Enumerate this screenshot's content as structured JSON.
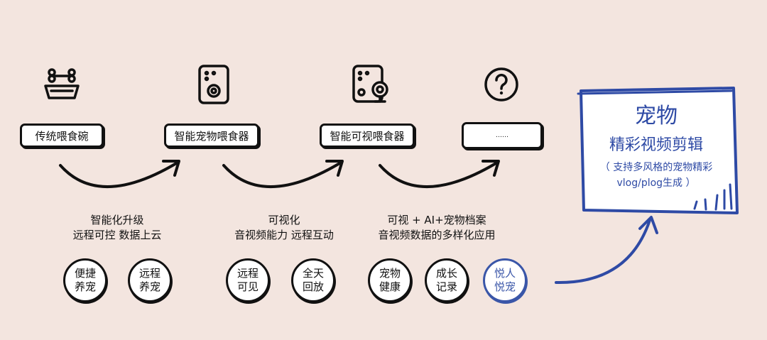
{
  "stages": [
    {
      "label": "传统喂食碗"
    },
    {
      "label": "智能宠物喂食器"
    },
    {
      "label": "智能可视喂食器"
    },
    {
      "label": "……"
    }
  ],
  "captions": [
    {
      "line1": "智能化升级",
      "line2": "远程可控  数据上云"
    },
    {
      "line1": "可视化",
      "line2": "音视频能力  远程互动"
    },
    {
      "line1": "可视 + AI+宠物档案",
      "line2": "音视频数据的多样化应用"
    }
  ],
  "features": [
    {
      "line1": "便捷",
      "line2": "养宠"
    },
    {
      "line1": "远程",
      "line2": "养宠"
    },
    {
      "line1": "远程",
      "line2": "可见"
    },
    {
      "line1": "全天",
      "line2": "回放"
    },
    {
      "line1": "宠物",
      "line2": "健康"
    },
    {
      "line1": "成长",
      "line2": "记录"
    },
    {
      "line1": "悦人",
      "line2": "悦宠"
    }
  ],
  "panel": {
    "title": "宠物",
    "subtitle": "精彩视频剪辑",
    "note_line1": "（ 支持多风格的宠物精彩",
    "note_line2": "vlog/plog生成 ）"
  },
  "colors": {
    "background": "#f3e5df",
    "accent_blue": "#2e4aa5",
    "ink": "#111111"
  }
}
